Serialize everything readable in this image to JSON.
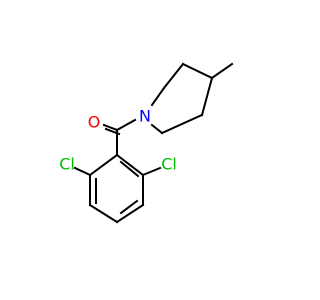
{
  "molecule": {
    "atoms": {
      "oxygen": {
        "symbol": "O",
        "color": "#ff0000"
      },
      "nitrogen": {
        "symbol": "N",
        "color": "#0000ff"
      },
      "chlorine_left": {
        "symbol": "Cl",
        "color": "#00c000"
      },
      "chlorine_right": {
        "symbol": "Cl",
        "color": "#00c000"
      }
    },
    "bond_color": "#000000"
  }
}
